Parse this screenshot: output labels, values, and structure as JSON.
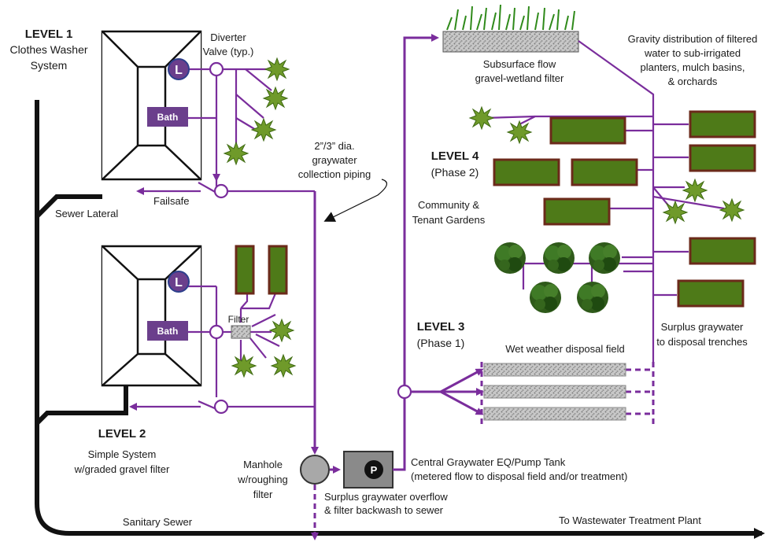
{
  "level1": {
    "title": "LEVEL 1",
    "line1": "Clothes Washer",
    "line2": "System"
  },
  "level2": {
    "title": "LEVEL 2",
    "line1": "Simple System",
    "line2": "w/graded gravel filter"
  },
  "level3": {
    "title": "LEVEL 3",
    "line1": "(Phase 1)"
  },
  "level4": {
    "title": "LEVEL 4",
    "line1": "(Phase 2)"
  },
  "labels": {
    "diverter1": "Diverter",
    "diverter2": "Valve (typ.)",
    "bath": "Bath",
    "laundry": "L",
    "pump": "P",
    "failsafe": "Failsafe",
    "sewer_lateral": "Sewer Lateral",
    "filter": "Filter",
    "piping1": "2”/3” dia.",
    "piping2": "graywater",
    "piping3": "collection piping",
    "wetland1": "Subsurface flow",
    "wetland2": "gravel-wetland filter",
    "gravity1": "Gravity distribution of filtered",
    "gravity2": "water to sub-irrigated",
    "gravity3": "planters, mulch basins,",
    "gravity4": "& orchards",
    "gardens1": "Community &",
    "gardens2": "Tenant Gardens",
    "surplus1": "Surplus graywater",
    "surplus2": "to disposal trenches",
    "wet_weather": "Wet weather disposal field",
    "manhole1": "Manhole",
    "manhole2": "w/roughing",
    "manhole3": "filter",
    "pump_tank1": "Central Graywater EQ/Pump Tank",
    "pump_tank2": "(metered flow to disposal field and/or treatment)",
    "overflow1": "Surplus graywater overflow",
    "overflow2": "& filter backwash to sewer",
    "sanitary_sewer": "Sanitary Sewer",
    "wwtp": "To  Wastewater Treatment Plant"
  },
  "colors": {
    "pipe": "#7a2d9c",
    "sewer": "#111111",
    "plant": "#5a8a1e",
    "bed_border": "#6b2a1a"
  }
}
